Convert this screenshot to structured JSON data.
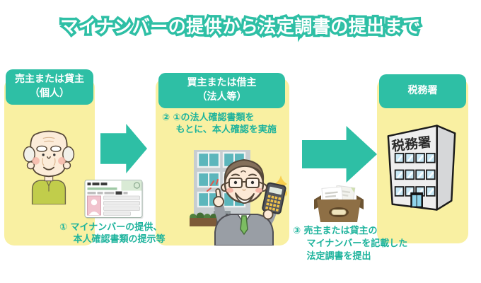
{
  "title": "マイナンバーの提供から法定調書の提出まで",
  "colors": {
    "accent_teal": "#2ebfa5",
    "panel_yellow": "#f9f0a2",
    "step_text_teal": "#1db39c",
    "title_fill": "#ffffff"
  },
  "panels": {
    "seller": {
      "header_line1": "売主または貸主",
      "header_line2": "（個人）",
      "illustration": "elderly-man-icon"
    },
    "buyer": {
      "header_line1": "買主または借主",
      "header_line2": "（法人等）",
      "illustration": "businessman-with-calculator-icon"
    },
    "tax_office": {
      "header": "税務署",
      "building_sign": "税務署",
      "illustration": "tax-office-building-icon"
    }
  },
  "steps": {
    "one": {
      "lines": [
        "① マイナンバーの提供、",
        "本人確認書類の提示等"
      ]
    },
    "two": {
      "lines": [
        "② ①の法人確認書類を",
        "もとに、本人確認を実施"
      ]
    },
    "three": {
      "lines": [
        "③ 売主または貸主の",
        "マイナンバーを記載した",
        "法定調書を提出"
      ]
    }
  },
  "icons": {
    "arrow_left": "right-arrow-icon",
    "arrow_right": "right-arrow-icon",
    "elderly_man": "elderly-man-icon",
    "my_number_card": "my-number-card-icon",
    "businessman": "businessman-with-calculator-icon",
    "sparkle": "sparkle-icon",
    "document_tray": "document-tray-icon",
    "tax_building": "tax-office-building-icon"
  }
}
